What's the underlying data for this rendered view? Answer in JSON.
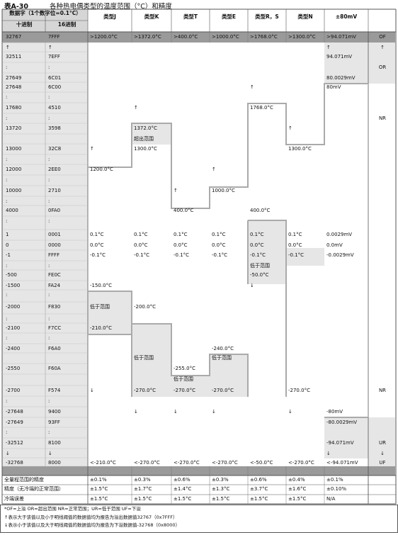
{
  "caption": {
    "number": "表A-30",
    "title": "各种热电偶类型的温度范围（°C）和精度"
  },
  "header": {
    "group": "数据字（1个数字位=0.1°C）",
    "dec": "十进制",
    "hex": "16进制",
    "cols": [
      "类型J",
      "类型K",
      "类型T",
      "类型E",
      "类型R，S",
      "类型N",
      "±80mV"
    ]
  },
  "rows": [
    {
      "dec": "32767",
      "hex": "7FFF",
      "vals": [
        ">1200.0°C",
        ">1372.0°C",
        ">400.0°C",
        ">1000.0°C",
        ">1768.0°C",
        ">1300.0°C",
        ">94.071mV"
      ],
      "st": "OF"
    },
    {
      "dec": "↑",
      "hex": "↑",
      "vals": [
        "",
        "",
        "",
        "",
        "",
        "",
        "↑"
      ],
      "st": "↑"
    },
    {
      "dec": "32511",
      "hex": "7EFF",
      "vals": [
        "",
        "",
        "",
        "",
        "",
        "",
        "94.071mV"
      ],
      "st": ""
    },
    {
      "dec": ":",
      "hex": ":",
      "vals": [
        "",
        "",
        "",
        "",
        "",
        "",
        ""
      ],
      "st": "OR"
    },
    {
      "dec": "27649",
      "hex": "6C01",
      "vals": [
        "",
        "",
        "",
        "",
        "",
        "",
        "80.0029mV"
      ],
      "st": ""
    },
    {
      "dec": "27648",
      "hex": "6C00",
      "vals": [
        "",
        "",
        "",
        "",
        "↑",
        "",
        "80mV"
      ],
      "st": ""
    },
    {
      "dec": ":",
      "hex": ":",
      "vals": [
        "",
        "",
        "",
        "",
        "",
        "",
        ""
      ],
      "st": ""
    },
    {
      "dec": "17680",
      "hex": "4510",
      "vals": [
        "",
        "↑",
        "",
        "",
        "1768.0°C",
        "",
        ""
      ],
      "st": ""
    },
    {
      "dec": ":",
      "hex": ":",
      "vals": [
        "",
        "",
        "",
        "",
        "",
        "",
        ""
      ],
      "st": "NR"
    },
    {
      "dec": "13720",
      "hex": "3598",
      "vals": [
        "",
        "1372.0°C",
        "",
        "",
        "",
        "↑",
        ""
      ],
      "st": ""
    },
    {
      "dec": "",
      "hex": "",
      "vals": [
        "",
        "超出范围",
        "",
        "",
        "",
        "",
        ""
      ],
      "st": ""
    },
    {
      "dec": "13000",
      "hex": "32C8",
      "vals": [
        "↑",
        "1300.0°C",
        "",
        "",
        "",
        "1300.0°C",
        ""
      ],
      "st": ""
    },
    {
      "dec": ":",
      "hex": ":",
      "vals": [
        "",
        "",
        "",
        "",
        "",
        "",
        ""
      ],
      "st": ""
    },
    {
      "dec": "12000",
      "hex": "2EE0",
      "vals": [
        "1200.0°C",
        "",
        "",
        "↑",
        "",
        "",
        ""
      ],
      "st": ""
    },
    {
      "dec": ":",
      "hex": ":",
      "vals": [
        "",
        "",
        "",
        "",
        "",
        "",
        ""
      ],
      "st": ""
    },
    {
      "dec": "10000",
      "hex": "2710",
      "vals": [
        "",
        "",
        "↑",
        "1000.0°C",
        "",
        "",
        ""
      ],
      "st": ""
    },
    {
      "dec": ":",
      "hex": ":",
      "vals": [
        "",
        "",
        "",
        "",
        "",
        "",
        ""
      ],
      "st": ""
    },
    {
      "dec": "4000",
      "hex": "0FA0",
      "vals": [
        "",
        "",
        "400.0°C",
        "",
        "400.0°C",
        "",
        ""
      ],
      "st": ""
    },
    {
      "dec": ":",
      "hex": ":",
      "vals": [
        "",
        "",
        "",
        "",
        "",
        "",
        ""
      ],
      "st": ""
    },
    {
      "dec": "1",
      "hex": "0001",
      "vals": [
        "0.1°C",
        "0.1°C",
        "0.1°C",
        "0.1°C",
        "0.1°C",
        "0.1°C",
        "0.0029mV"
      ],
      "st": ""
    },
    {
      "dec": "0",
      "hex": "0000",
      "vals": [
        "0.0°C",
        "0.0°C",
        "0.0°C",
        "0.0°C",
        "0.0°C",
        "0.0°C",
        "0.0mV"
      ],
      "st": ""
    },
    {
      "dec": "-1",
      "hex": "FFFF",
      "vals": [
        "-0.1°C",
        "-0.1°C",
        "-0.1°C",
        "-0.1°C",
        "-0.1°C",
        "-0.1°C",
        "-0.0029mV"
      ],
      "st": ""
    },
    {
      "dec": ":",
      "hex": ":",
      "vals": [
        "",
        "",
        "",
        "",
        "低于范围",
        "",
        ""
      ],
      "st": ""
    },
    {
      "dec": "-500",
      "hex": "FE0C",
      "vals": [
        "",
        "",
        "",
        "",
        "-50.0°C",
        "",
        ""
      ],
      "st": ""
    },
    {
      "dec": "-1500",
      "hex": "FA24",
      "vals": [
        "-150.0°C",
        "",
        "",
        "",
        "↓",
        "",
        ""
      ],
      "st": ""
    },
    {
      "dec": ":",
      "hex": ":",
      "vals": [
        "",
        "",
        "",
        "",
        "",
        "",
        ""
      ],
      "st": ""
    },
    {
      "dec": "-2000",
      "hex": "F830",
      "vals": [
        "低于范围",
        "-200.0°C",
        "",
        "",
        "",
        "",
        ""
      ],
      "st": ""
    },
    {
      "dec": ":",
      "hex": ":",
      "vals": [
        "",
        "",
        "",
        "",
        "",
        "",
        ""
      ],
      "st": ""
    },
    {
      "dec": "-2100",
      "hex": "F7CC",
      "vals": [
        "-210.0°C",
        "",
        "",
        "",
        "",
        "",
        ""
      ],
      "st": ""
    },
    {
      "dec": ":",
      "hex": ":",
      "vals": [
        "",
        "",
        "",
        "",
        "",
        "",
        ""
      ],
      "st": ""
    },
    {
      "dec": "-2400",
      "hex": "F6A0",
      "vals": [
        "",
        "",
        "",
        "-240.0°C",
        "",
        "",
        ""
      ],
      "st": ""
    },
    {
      "dec": "",
      "hex": "",
      "vals": [
        "",
        "低于范围",
        "",
        "低于范围",
        "",
        "",
        ""
      ],
      "st": ""
    },
    {
      "dec": "-2550",
      "hex": "F60A",
      "vals": [
        "",
        "",
        "-255.0°C",
        "",
        "",
        "",
        ""
      ],
      "st": ""
    },
    {
      "dec": "",
      "hex": "",
      "vals": [
        "",
        "",
        "低于范围",
        "",
        "",
        "",
        ""
      ],
      "st": ""
    },
    {
      "dec": "-2700",
      "hex": "F574",
      "vals": [
        "↓",
        "-270.0°C",
        "-270.0°C",
        "-270.0°C",
        "",
        "-270.0°C",
        ""
      ],
      "st": "NR"
    },
    {
      "dec": ":",
      "hex": ":",
      "vals": [
        "",
        "",
        "",
        "",
        "",
        "",
        ""
      ],
      "st": ""
    },
    {
      "dec": "-27648",
      "hex": "9400",
      "vals": [
        "",
        "↓",
        "↓",
        "↓",
        "",
        "↓",
        "-80mV"
      ],
      "st": ""
    },
    {
      "dec": "-27649",
      "hex": "93FF",
      "vals": [
        "",
        "",
        "",
        "",
        "",
        "",
        "-80.0029mV"
      ],
      "st": ""
    },
    {
      "dec": ":",
      "hex": ":",
      "vals": [
        "",
        "",
        "",
        "",
        "",
        "",
        ""
      ],
      "st": ""
    },
    {
      "dec": "-32512",
      "hex": "8100",
      "vals": [
        "",
        "",
        "",
        "",
        "",
        "",
        "-94.071mV"
      ],
      "st": "UR"
    },
    {
      "dec": "↓",
      "hex": "↓",
      "vals": [
        "",
        "",
        "",
        "",
        "",
        "",
        "↓"
      ],
      "st": "↓"
    },
    {
      "dec": "-32768",
      "hex": "8000",
      "vals": [
        "<-210.0°C",
        "<-270.0°C",
        "<-270.0°C",
        "<-270.0°C",
        "<-50.0°C",
        "<-270.0°C",
        "<-94.071mV"
      ],
      "st": "UF"
    }
  ],
  "footer": [
    {
      "label": "全量程范围的精度",
      "vals": [
        "±0.1%",
        "±0.3%",
        "±0.6%",
        "±0.3%",
        "±0.6%",
        "±0.4%",
        "±0.1%"
      ]
    },
    {
      "label": "精度（无冷端的正常范围）",
      "vals": [
        "±1.5°C",
        "±1.7°C",
        "±1.4°C",
        "±1.3°C",
        "±3.7°C",
        "±1.6°C",
        "±0.10%"
      ]
    },
    {
      "label": "冷端误差",
      "vals": [
        "±1.5°C",
        "±1.5°C",
        "±1.5°C",
        "±1.5°C",
        "±1.5°C",
        "±1.5°C",
        "N/A"
      ]
    }
  ],
  "notes": [
    "*OF=上溢 OR=超出范围 NR=正常范围；UR=低于范围 UF=下溢",
    "↑表示大于该值以及小于明线阈值的数据值均为报告为溢出数据值32767（0x7FFF）",
    "↓表示小于该值以及大于明线阈值的数据值均为报告为下溢数据值-32768（0x8000）"
  ]
}
